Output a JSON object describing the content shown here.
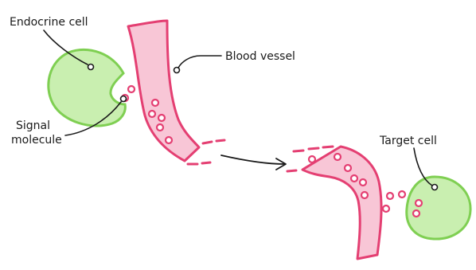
{
  "labels": {
    "endocrine_cell": "Endocrine cell",
    "signal_molecule_line1": "Signal",
    "signal_molecule_line2": "molecule",
    "blood_vessel": "Blood vessel",
    "target_cell": "Target cell"
  },
  "colors": {
    "cell_fill": "#c9efb0",
    "cell_outline": "#7fcf52",
    "vessel_fill": "#f8c6d6",
    "vessel_outline": "#e43f72",
    "molecule_outline": "#e43f72",
    "text": "#1a1a1a"
  }
}
